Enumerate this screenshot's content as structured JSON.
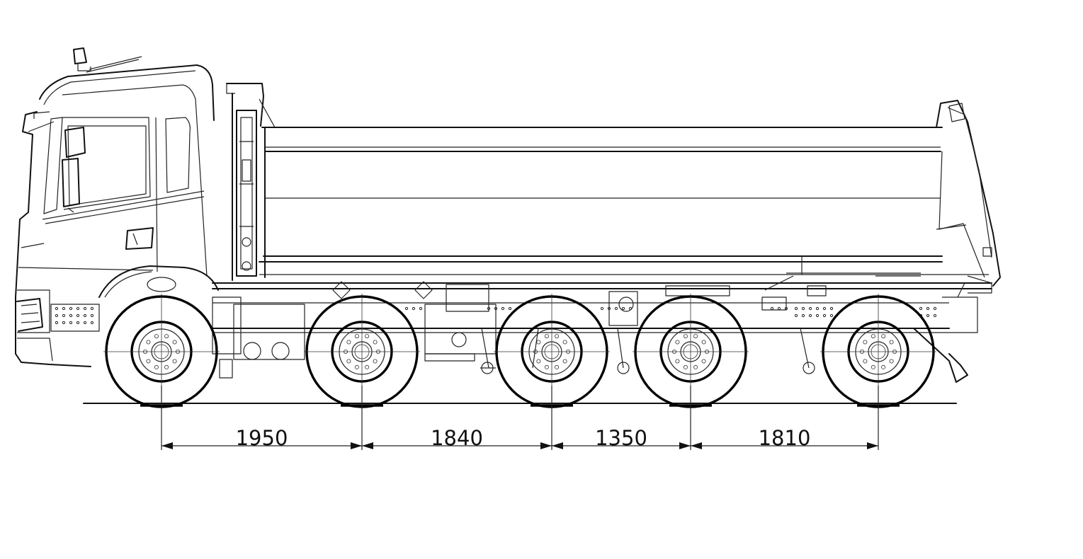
{
  "diagram": {
    "subject": "10x4 tipper truck side view",
    "axle_spacings_mm": [
      {
        "label": "1950"
      },
      {
        "label": "1840"
      },
      {
        "label": "1350"
      },
      {
        "label": "1810"
      }
    ],
    "wheel_count": 5
  }
}
